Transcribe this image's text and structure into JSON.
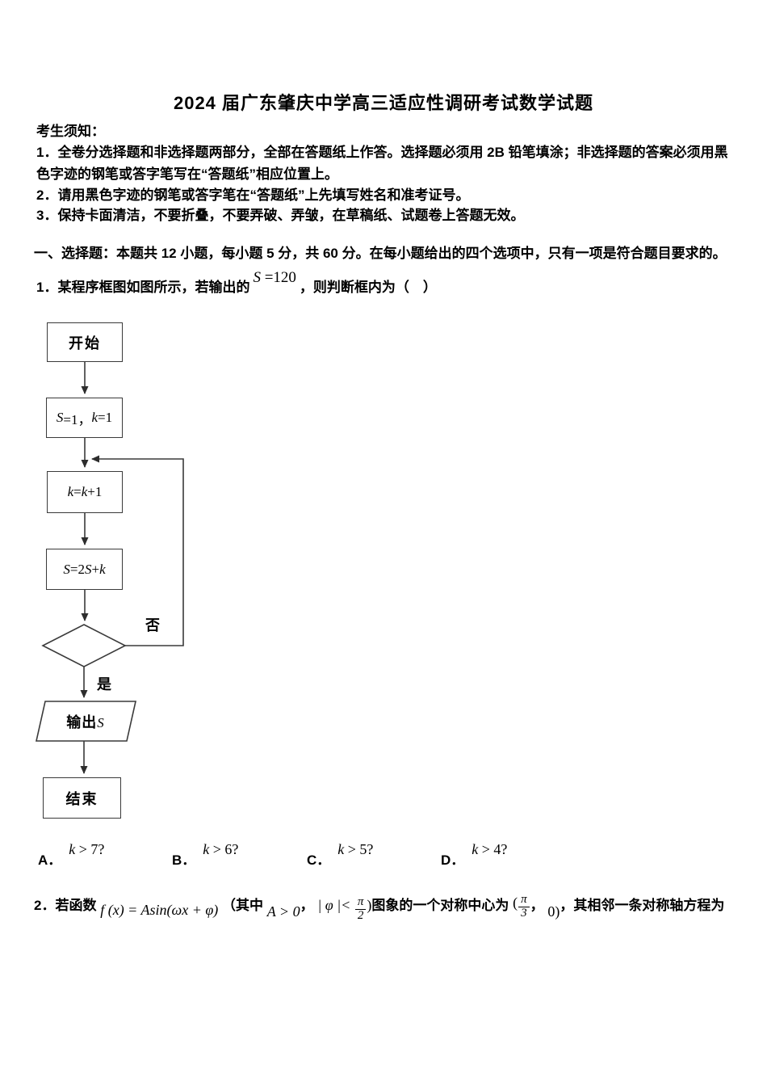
{
  "title": "2024 届广东肇庆中学高三适应性调研考试数学试题",
  "notice": {
    "heading": "考生须知：",
    "items": [
      "1．全卷分选择题和非选择题两部分，全部在答题纸上作答。选择题必须用 2B 铅笔填涂；非选择题的答案必须用黑色字迹的钢笔或答字笔写在“答题纸”相应位置上。",
      "2．请用黑色字迹的钢笔或答字笔在“答题纸”上先填写姓名和准考证号。",
      "3．保持卡面清洁，不要折叠，不要弄破、弄皱，在草稿纸、试题卷上答题无效。"
    ]
  },
  "section1": {
    "heading": "一、选择题：本题共 12 小题，每小题 5 分，共 60 分。在每小题给出的四个选项中，只有一项是符合题目要求的。"
  },
  "q1": {
    "lead": "1．某程序框图如图所示，若输出的",
    "s_var": "S",
    "s_val": " =120",
    "tail": "，则判断框内为（　）",
    "options": [
      {
        "label": "A．",
        "var": "k",
        "rest": " > 7?"
      },
      {
        "label": "B．",
        "var": "k",
        "rest": " > 6?"
      },
      {
        "label": "C．",
        "var": "k",
        "rest": " > 5?"
      },
      {
        "label": "D．",
        "var": "k",
        "rest": " > 4?"
      }
    ]
  },
  "flowchart": {
    "start": "开始",
    "init": {
      "v1": "S",
      "t1": "=1，",
      "v2": "k",
      "t2": "=1"
    },
    "inc": {
      "v1": "k",
      "t1": "=",
      "v2": "k",
      "t2": "+1"
    },
    "acc": {
      "v1": "S",
      "t1": "=2",
      "v2": "S",
      "t2": "+",
      "v3": "k"
    },
    "no_label": "否",
    "yes_label": "是",
    "out": {
      "t1": "输出",
      "v1": "S"
    },
    "end": "结束"
  },
  "q2": {
    "lead": "2．若函数",
    "formula": "f (x) = Asin(ωx + φ)",
    "mid1": "（其中",
    "cond_a": "A > 0",
    "comma1": "，",
    "phi_pre": "| φ |< ",
    "frac1": {
      "num": "π",
      "den": "2"
    },
    "phi_post": ")",
    "mid2": "图象的一个对称中心为",
    "paren_open": "(",
    "frac2": {
      "num": "π",
      "den": "3"
    },
    "comma2": "，",
    "zero": "0)",
    "tail": "，其相邻一条对称轴方程为"
  }
}
